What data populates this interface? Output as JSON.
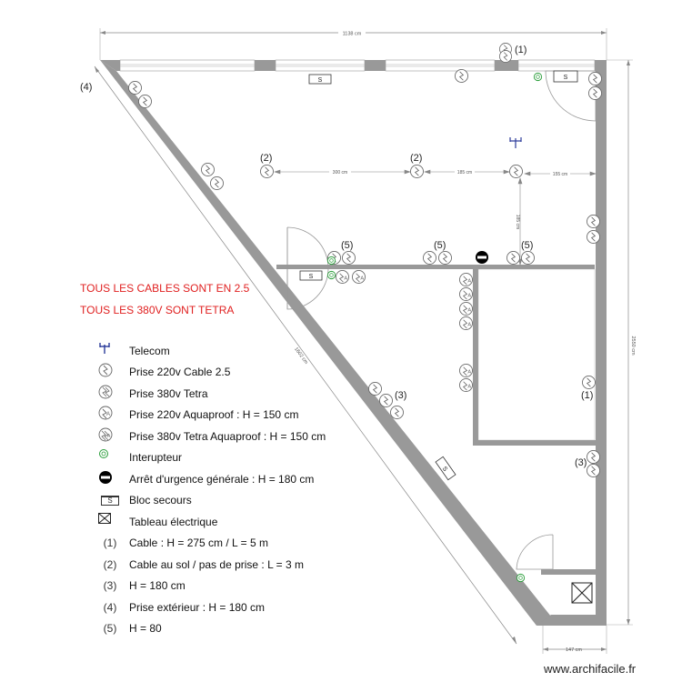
{
  "plan": {
    "dimensions": {
      "top_width": "1138 cm",
      "right_height": "2550 cm",
      "diagonal": "1602 cm",
      "bottom_width": "147 cm",
      "d300": "300 cm",
      "d185a": "185 cm",
      "d155": "155 cm",
      "d185b": "185 cm"
    },
    "markers": {
      "m1a": "(1)",
      "m1b": "(1)",
      "m2a": "(2)",
      "m2b": "(2)",
      "m3a": "(3)",
      "m3b": "(3)",
      "m4": "(4)",
      "m5a": "(5)",
      "m5b": "(5)",
      "m5c": "(5)"
    },
    "bloc_secours_symbol": "S"
  },
  "notes": {
    "line1": "TOUS LES CABLES SONT EN 2.5",
    "line2": "TOUS LES 380V SONT TETRA"
  },
  "legend": [
    {
      "icon": "telecom-icon",
      "symbol": "",
      "text": "Telecom"
    },
    {
      "icon": "prise-220v-icon",
      "symbol": "",
      "text": "Prise 220v  Cable 2.5"
    },
    {
      "icon": "prise-380v-icon",
      "symbol": "",
      "text": "Prise 380v Tetra"
    },
    {
      "icon": "prise-220v-aquaproof-icon",
      "symbol": "",
      "text": "Prise 220v Aquaproof : H = 150 cm"
    },
    {
      "icon": "prise-380v-aquaproof-icon",
      "symbol": "",
      "text": "Prise 380v Tetra Aquaproof : H = 150 cm"
    },
    {
      "icon": "interrupteur-icon",
      "symbol": "",
      "text": "Interupteur"
    },
    {
      "icon": "arret-urgence-icon",
      "symbol": "",
      "text": "Arrêt d'urgence générale : H = 180 cm"
    },
    {
      "icon": "bloc-secours-icon",
      "symbol": "S",
      "text": "Bloc secours"
    },
    {
      "icon": "tableau-electrique-icon",
      "symbol": "",
      "text": "Tableau électrique"
    },
    {
      "icon": "",
      "symbol": "(1)",
      "text": "Cable : H = 275 cm / L = 5 m"
    },
    {
      "icon": "",
      "symbol": "(2)",
      "text": "Cable au sol / pas de prise : L = 3 m"
    },
    {
      "icon": "",
      "symbol": "(3)",
      "text": "H = 180 cm"
    },
    {
      "icon": "",
      "symbol": "(4)",
      "text": "Prise extérieur : H = 180 cm"
    },
    {
      "icon": "",
      "symbol": "(5)",
      "text": "H = 80"
    }
  ],
  "footer": {
    "watermark": "www.archifacile.fr"
  }
}
